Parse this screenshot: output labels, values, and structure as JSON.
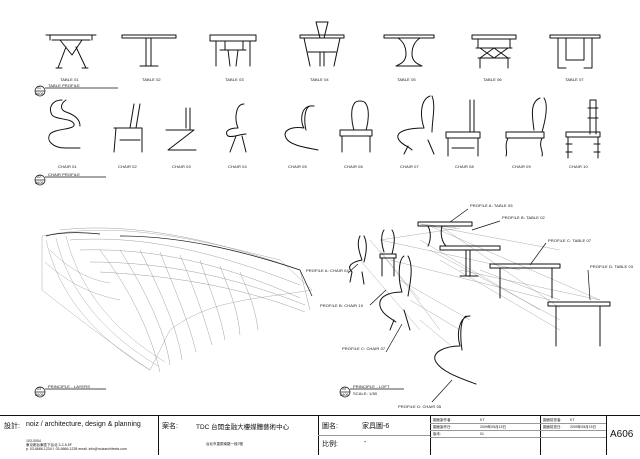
{
  "tables": {
    "items": [
      "TABLE 01",
      "TABLE 02",
      "TABLE 03",
      "TABLE 04",
      "TABLE 05",
      "TABLE 06",
      "TABLE 07"
    ],
    "section_num": "01",
    "section_code": "A606",
    "section_title": "TABLE PROFILE"
  },
  "chairs": {
    "items": [
      "CHAIR 01",
      "CHAIR 02",
      "CHAIR 03",
      "CHAIR 04",
      "CHAIR 05",
      "CHAIR 06",
      "CHAIR 07",
      "CHAIR 08",
      "CHAIR 09",
      "CHAIR 10"
    ],
    "section_num": "02",
    "section_code": "A606",
    "section_title": "CHAIR PROFILE"
  },
  "principle_layers": {
    "num": "03",
    "code": "A606",
    "title": "PRINCIPLE - LAYERS"
  },
  "principle_loft": {
    "num": "04",
    "code": "A606",
    "title": "PRINCIPLE - LOFT",
    "scale": "SCALE: 1/50"
  },
  "loft_labels": {
    "a_table": "PROFILE A: TABLE 05",
    "b_table": "PROFILE B: TABLE 02",
    "c_table": "PROFILE C: TABLE 07",
    "d_table": "PROFILE D: TABLE 03",
    "a_chair": "PROFILE A: CHAIR 04",
    "b_chair": "PROFILE B: CHAIR 10",
    "c_chair": "PROFILE C: CHAIR 07",
    "d_chair": "PROFILE D: CHAIR 05"
  },
  "title_block": {
    "design_label": "設計:",
    "firm": "noiz / architecture, design & planning",
    "firm_address_1": "103-0004",
    "firm_address_2": "東京都台東區下谷北 3-2-5-5F",
    "firm_contact": "p. 03-6666-1234  f. 03-6666-1235  email. info@noizarchitects.com",
    "project_label": "案名:",
    "project": "TDC 台開金融大樓媒體藝術中心",
    "project_sub": "台北市重慶南路一段2號",
    "drawing_label": "圖名:",
    "drawing": "家具圖-6",
    "scale_label": "比例:",
    "scale": "-",
    "drawn_by_label": "圖面製作者:",
    "drawn_by": "KT",
    "date_label": "圖面製作日:",
    "date": "2009年05月15日",
    "rev_label": "版本:",
    "rev": "01",
    "checked_by_label": "圖面檢查者:",
    "checked_by": "KT",
    "check_date_label": "圖面檢查日:",
    "check_date": "2009年05月15日",
    "sheet_no": "A606"
  }
}
